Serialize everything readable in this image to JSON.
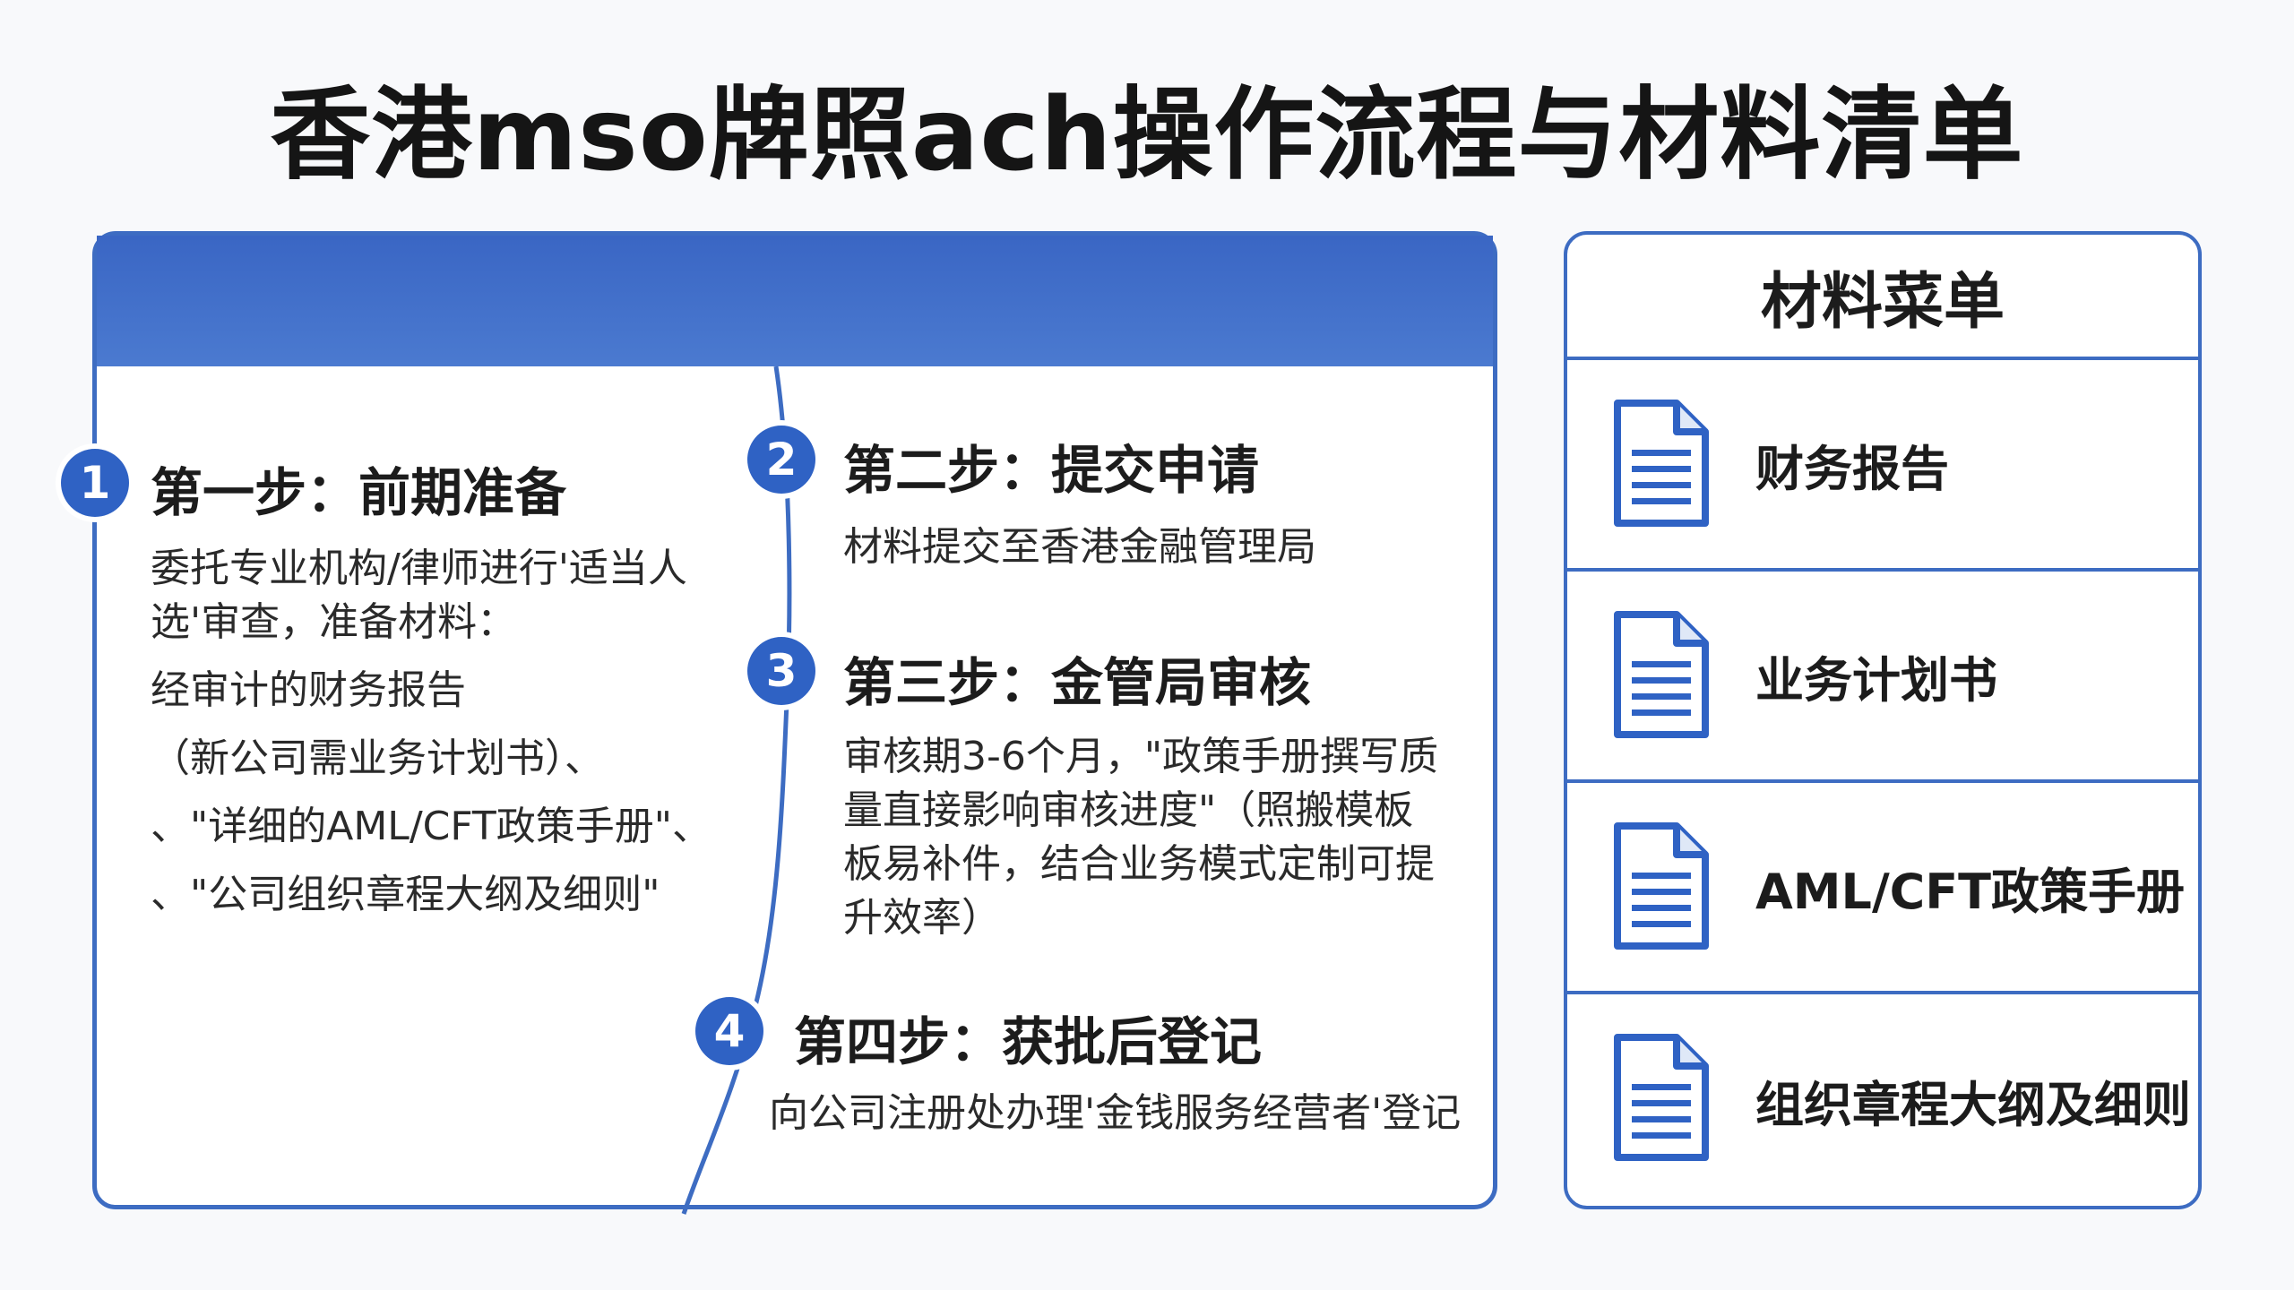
{
  "title": "香港mso牌照ach操作流程与材料清单",
  "steps": [
    {
      "num": "1",
      "title": "第一步：前期准备",
      "lines": [
        "委托专业机构/律师进行'适当人",
        "选'审查，准备材料：",
        "经审计的财务报告",
        "（新公司需业务计划书）、",
        "、\"详细的AML/CFT政策手册\"、",
        "、\"公司组织章程大纲及细则\""
      ]
    },
    {
      "num": "2",
      "title": "第二步：提交申请",
      "lines": [
        "材料提交至香港金融管理局"
      ]
    },
    {
      "num": "3",
      "title": "第三步：金管局审核",
      "lines": [
        "审核期3-6个月，\"政策手册撰写质",
        "量直接影响审核进度\"（照搬模板",
        "板易补件，结合业务模式定制可提",
        "升效率）"
      ]
    },
    {
      "num": "4",
      "title": "第四步：获批后登记",
      "lines": [
        "向公司注册处办理'金钱服务经营者'登记"
      ]
    }
  ],
  "materials": {
    "header": "材料菜单",
    "items": [
      {
        "label": "财务报告",
        "icon": "document-icon"
      },
      {
        "label": "业务计划书",
        "icon": "document-icon"
      },
      {
        "label": "AML/CFT政策手册",
        "icon": "document-icon"
      },
      {
        "label": "组织章程大纲及细则",
        "icon": "document-icon"
      }
    ]
  },
  "colors": {
    "accent": "#3d6cc2",
    "step_circle": "#2f62c4",
    "header_blue": "#4472c4"
  }
}
